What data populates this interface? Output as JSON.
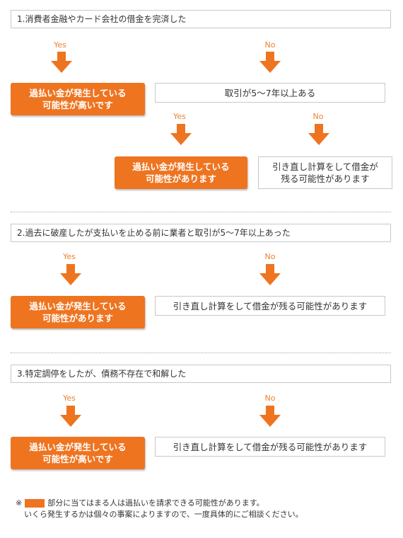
{
  "section1": {
    "question": "1.消費者金融やカード会社の借金を完済した",
    "yes": "Yes",
    "no": "No",
    "yes_result": [
      "過払い金が発生している",
      "可能性が高いです"
    ],
    "sub_question": "取引が5～7年以上ある",
    "sub_yes": "Yes",
    "sub_no": "No",
    "sub_yes_result": [
      "過払い金が発生している",
      "可能性があります"
    ],
    "sub_no_result": [
      "引き直し計算をして借金が",
      "残る可能性があります"
    ]
  },
  "section2": {
    "question": "2.過去に破産したが支払いを止める前に業者と取引が5～7年以上あった",
    "yes": "Yes",
    "no": "No",
    "yes_result": [
      "過払い金が発生している",
      "可能性があります"
    ],
    "no_result": "引き直し計算をして借金が残る可能性があります"
  },
  "section3": {
    "question": "3.特定調停をしたが、債務不存在で和解した",
    "yes": "Yes",
    "no": "No",
    "yes_result": [
      "過払い金が発生している",
      "可能性が高いです"
    ],
    "no_result": "引き直し計算をして借金が残る可能性があります"
  },
  "note": {
    "mark": "※",
    "line1": "部分に当てはまる人は過払いを請求できる可能性があります。",
    "line2": "いくら発生するかは個々の事案によりますので、一度具体的にご相談ください。"
  },
  "colors": {
    "accent": "#ee7420",
    "label": "#ee7f2e",
    "border": "#c8c8c8"
  }
}
